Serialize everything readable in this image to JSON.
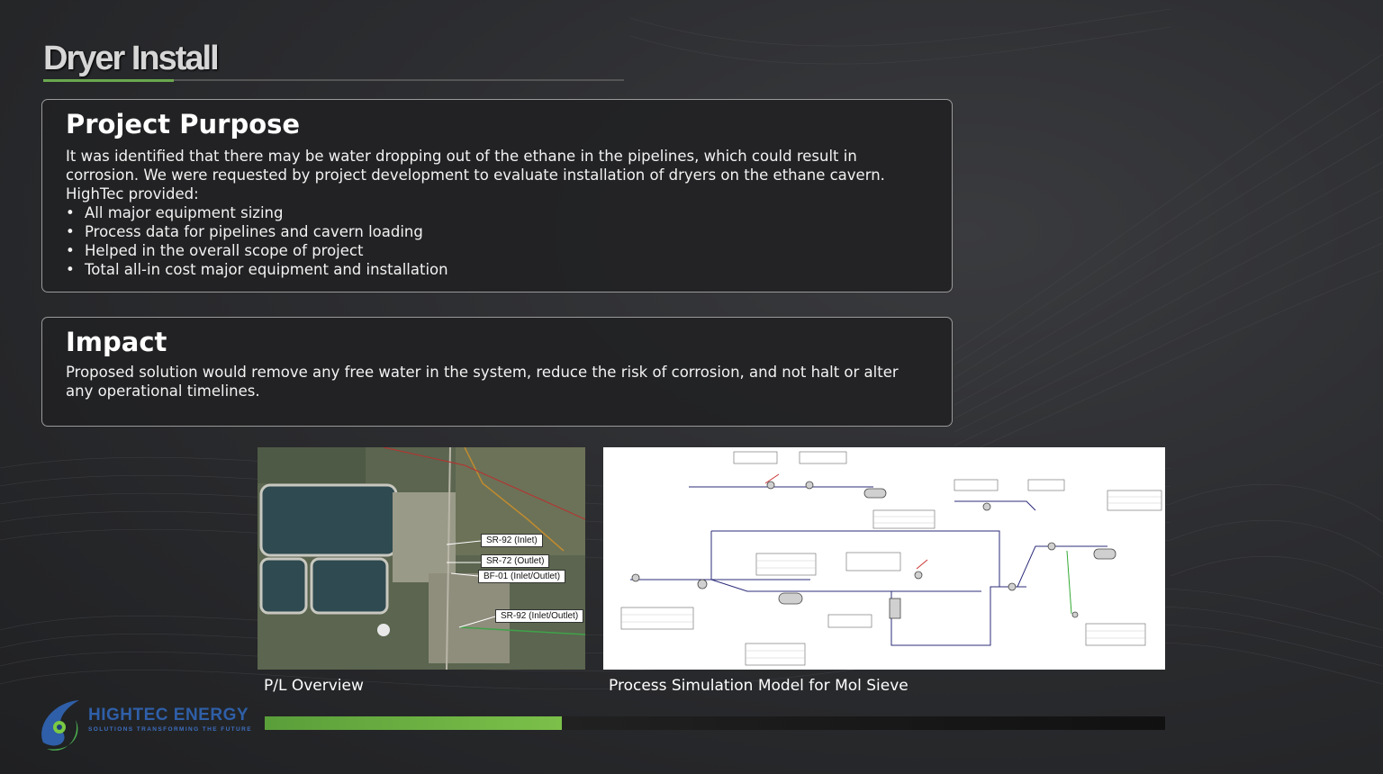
{
  "slide": {
    "title": "Dryer Install"
  },
  "purpose": {
    "heading": "Project Purpose",
    "body": "It was identified that there may be water dropping out of the ethane in the pipelines, which could result in corrosion. We were requested by project development to evaluate installation of dryers on the ethane cavern. HighTec provided:",
    "bullets": [
      "All major equipment sizing",
      "Process data for pipelines and cavern loading",
      "Helped in the overall scope of project",
      "Total all-in cost major equipment and installation"
    ]
  },
  "impact": {
    "heading": "Impact",
    "body": "Proposed solution would remove any free water in the system, reduce the risk of corrosion, and not halt or alter any operational timelines."
  },
  "pl_image": {
    "caption": "P/L Overview",
    "labels": [
      "SR-92 (Inlet)",
      "SR-72 (Outlet)",
      "BF-01 (Inlet/Outlet)",
      "SR-92 (Inlet/Outlet)"
    ]
  },
  "sim_image": {
    "caption": "Process Simulation Model for Mol Sieve"
  },
  "logo": {
    "name": "HIGHTEC ENERGY",
    "tagline": "SOLUTIONS TRANSFORMING THE FUTURE"
  },
  "progress": {
    "fraction": 0.33
  },
  "colors": {
    "accent": "#6aa84f",
    "brand": "#2f5fa8"
  }
}
